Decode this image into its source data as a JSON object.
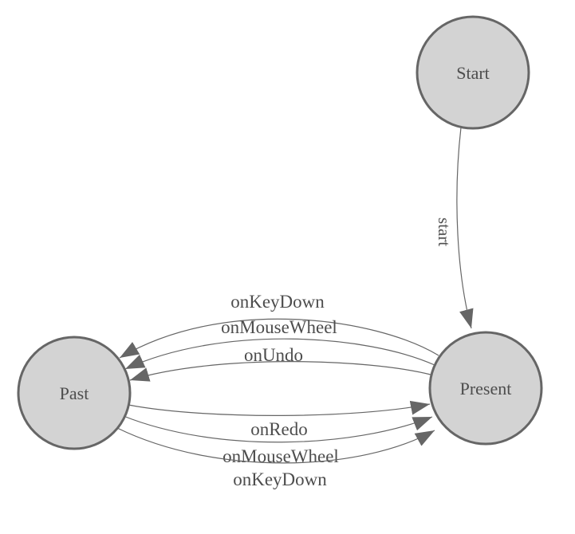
{
  "diagram": {
    "type": "state-machine",
    "background": "#ffffff",
    "colors": {
      "node_fill": "#d3d3d3",
      "node_stroke": "#666666",
      "edge_stroke": "#666666",
      "arrow_fill": "#666666",
      "text": "#4d4d4d"
    },
    "nodes": [
      {
        "id": "start",
        "label": "Start"
      },
      {
        "id": "present",
        "label": "Present"
      },
      {
        "id": "past",
        "label": "Past"
      }
    ],
    "edges": [
      {
        "label": "start",
        "from": "Start",
        "to": "Present"
      },
      {
        "label": "onKeyDown",
        "from": "Present",
        "to": "Past"
      },
      {
        "label": "onMouseWheel",
        "from": "Present",
        "to": "Past"
      },
      {
        "label": "onUndo",
        "from": "Present",
        "to": "Past"
      },
      {
        "label": "onRedo",
        "from": "Past",
        "to": "Present"
      },
      {
        "label": "onMouseWheel",
        "from": "Past",
        "to": "Present"
      },
      {
        "label": "onKeyDown",
        "from": "Past",
        "to": "Present"
      }
    ]
  }
}
